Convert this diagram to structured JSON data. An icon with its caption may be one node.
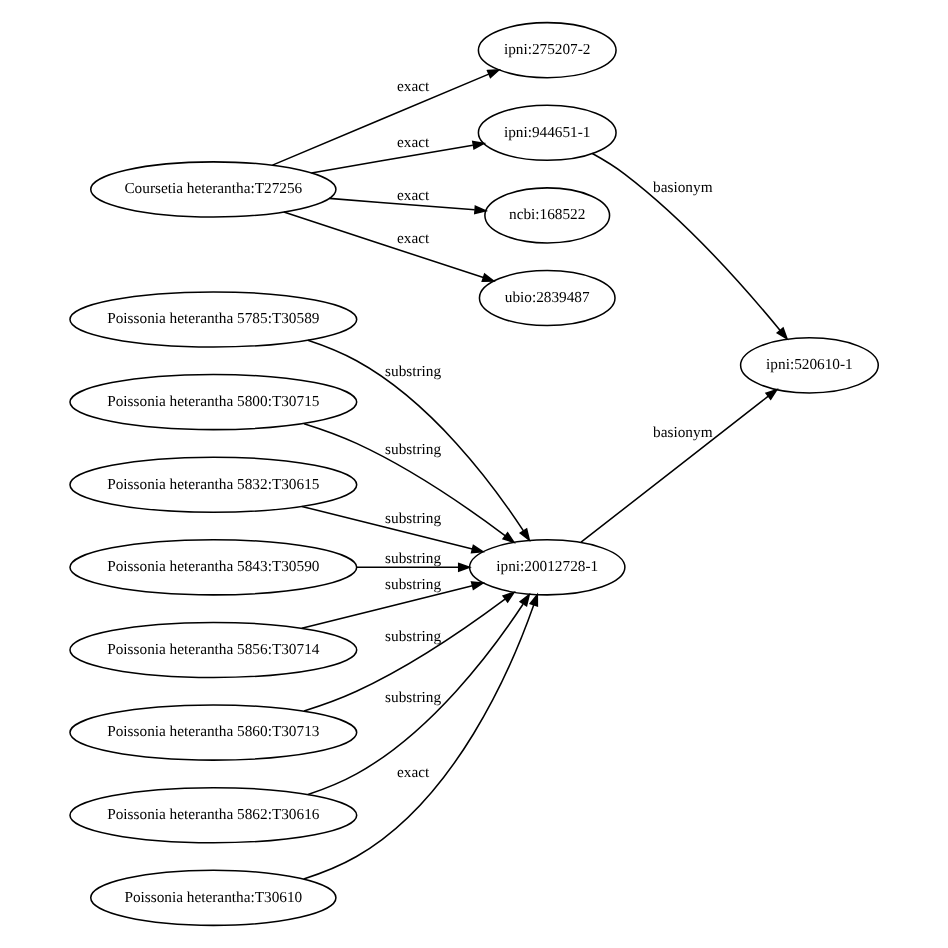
{
  "diagram": {
    "nodes": [
      {
        "text": [
          "Coursetia heterantha:T27256"
        ]
      },
      {
        "text": [
          "ipni:275207-2"
        ]
      },
      {
        "text": [
          "ipni:944651-1"
        ]
      },
      {
        "text": [
          "ncbi:168522"
        ]
      },
      {
        "text": [
          "ubio:2839487"
        ]
      },
      {
        "text": [
          "ipni:520610-1"
        ]
      },
      {
        "text": [
          "Poissonia heterantha 5785:T30589"
        ]
      },
      {
        "text": [
          "Poissonia heterantha 5800:T30715"
        ]
      },
      {
        "text": [
          "Poissonia heterantha 5832:T30615"
        ]
      },
      {
        "text": [
          "Poissonia heterantha 5843:T30590"
        ]
      },
      {
        "text": [
          "Poissonia heterantha 5856:T30714"
        ]
      },
      {
        "text": [
          "Poissonia heterantha 5860:T30713"
        ]
      },
      {
        "text": [
          "Poissonia heterantha 5862:T30616"
        ]
      },
      {
        "text": [
          "Poissonia heterantha:T30610"
        ]
      },
      {
        "text": [
          "ipni:20012728-1"
        ]
      }
    ],
    "edges": [
      {
        "from": 0,
        "to": 1,
        "arrow": "to",
        "label": "exact"
      },
      {
        "from": 0,
        "to": 2,
        "arrow": "to",
        "label": "exact"
      },
      {
        "from": 0,
        "to": 3,
        "arrow": "to",
        "label": "exact"
      },
      {
        "from": 0,
        "to": 4,
        "arrow": "to",
        "label": "exact"
      },
      {
        "from": 2,
        "to": 5,
        "arrow": "to",
        "label": "basionym"
      },
      {
        "from": 6,
        "to": 14,
        "arrow": "to",
        "label": "substring"
      },
      {
        "from": 7,
        "to": 14,
        "arrow": "to",
        "label": "substring"
      },
      {
        "from": 8,
        "to": 14,
        "arrow": "to",
        "label": "substring"
      },
      {
        "from": 9,
        "to": 14,
        "arrow": "to",
        "label": "substring"
      },
      {
        "from": 10,
        "to": 14,
        "arrow": "to",
        "label": "substring"
      },
      {
        "from": 11,
        "to": 14,
        "arrow": "to",
        "label": "substring"
      },
      {
        "from": 12,
        "to": 14,
        "arrow": "to",
        "label": "substring"
      },
      {
        "from": 13,
        "to": 14,
        "arrow": "to",
        "label": "exact"
      },
      {
        "from": 14,
        "to": 5,
        "arrow": "to",
        "label": "basionym"
      }
    ]
  }
}
